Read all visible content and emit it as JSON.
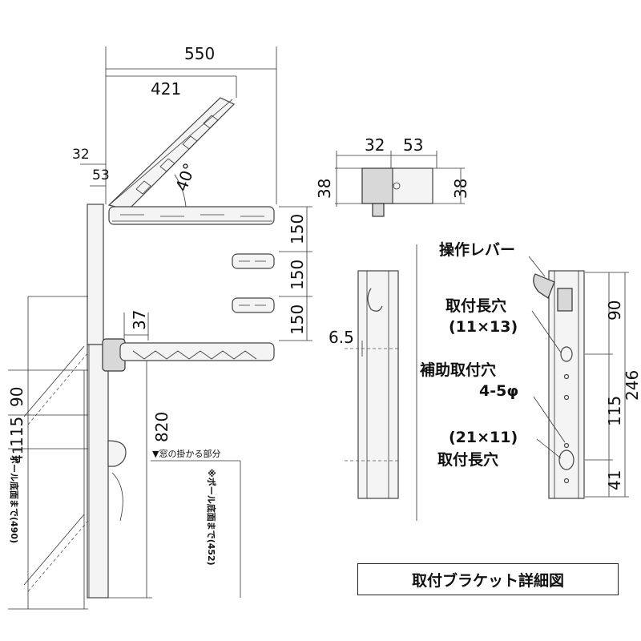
{
  "side_view": {
    "dim_total_width": "550",
    "dim_arm_width": "421",
    "dim_pole_32": "32",
    "dim_pole_53": "53",
    "dim_angle": "40°",
    "dim_step_1": "150",
    "dim_step_2": "150",
    "dim_step_3": "150",
    "dim_37": "37",
    "dim_820": "820",
    "dim_90": "90",
    "dim_115": "115",
    "dim_41": "41",
    "note_window": "▼窓の掛かる部分",
    "note_pole_490": "ポール底面まで(490)",
    "note_pole_452": "※ポール底面まで(452)"
  },
  "top_view": {
    "dim_32": "32",
    "dim_53": "53",
    "dim_38_left": "38",
    "dim_38_right": "38"
  },
  "bracket_detail": {
    "dim_6_5": "6.5",
    "label_lever": "操作レバー",
    "label_slot_top": "取付長穴",
    "label_slot_top_size": "(11×13)",
    "label_aux_hole": "補助取付穴",
    "label_aux_hole_size": "4-5φ",
    "label_slot_bottom_size": "(21×11)",
    "label_slot_bottom": "取付長穴",
    "dim_90": "90",
    "dim_115": "115",
    "dim_41": "41",
    "dim_246": "246"
  },
  "caption": "取付ブラケット詳細図"
}
